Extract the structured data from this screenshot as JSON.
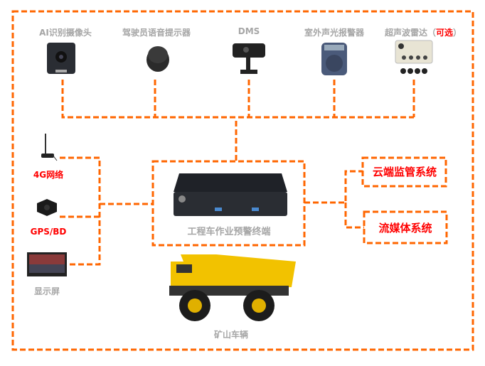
{
  "top_devices": [
    {
      "label": "AI识别摄像头",
      "icon": "ai-camera-icon"
    },
    {
      "label": "驾驶员语音提示器",
      "icon": "speaker-icon"
    },
    {
      "label": "DMS",
      "icon": "dms-camera-icon"
    },
    {
      "label": "室外声光报警器",
      "icon": "alarm-icon"
    },
    {
      "label": "超声波雷达",
      "optional_open": "（",
      "optional": "可选",
      "optional_close": "）",
      "icon": "radar-icon"
    }
  ],
  "left_devices": [
    {
      "label": "4G网络",
      "icon": "antenna-icon"
    },
    {
      "label": "GPS/BD",
      "icon": "gps-icon"
    },
    {
      "label": "显示屏",
      "icon": "monitor-icon"
    }
  ],
  "terminal": {
    "label": "工程车作业预警终端"
  },
  "systems": [
    {
      "label": "云端监管系统"
    },
    {
      "label": "流媒体系统"
    }
  ],
  "vehicle": {
    "label": "矿山车辆"
  },
  "colors": {
    "line": "#ff6600",
    "gray_text": "#a6a6a6",
    "red_text": "#ff0000"
  }
}
